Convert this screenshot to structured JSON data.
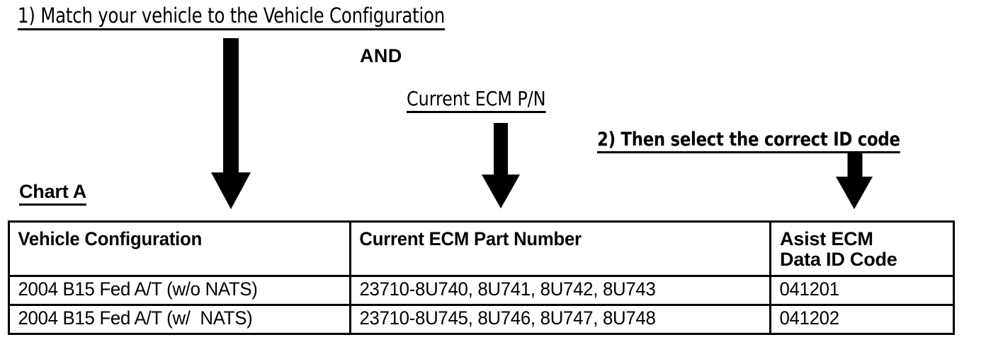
{
  "doc": {
    "background_color": "#ffffff",
    "text_color": "#000000"
  },
  "instructions": {
    "step1": "1) Match your vehicle to the Vehicle Configuration",
    "conjunction": "AND",
    "criterion2": "Current ECM P/N",
    "step2": "2) Then select the correct ID code"
  },
  "chart": {
    "label": "Chart A",
    "columns": [
      "Vehicle Configuration",
      "Current ECM Part Number",
      "Asist ECM\nData ID Code"
    ],
    "rows": [
      {
        "vehicle_configuration": "2004 B15 Fed A/T (w/o NATS)",
        "current_ecm_part_number": "23710-8U740, 8U741, 8U742, 8U743",
        "asist_ecm_data_id_code": "041201"
      },
      {
        "vehicle_configuration": "2004 B15 Fed A/T (w/  NATS)",
        "current_ecm_part_number": "23710-8U745, 8U746, 8U747, 8U748",
        "asist_ecm_data_id_code": "041202"
      }
    ]
  },
  "arrows": {
    "arrow1_target": "Vehicle Configuration column",
    "arrow2_target": "Current ECM Part Number column",
    "arrow3_target": "Asist ECM Data ID Code column"
  }
}
